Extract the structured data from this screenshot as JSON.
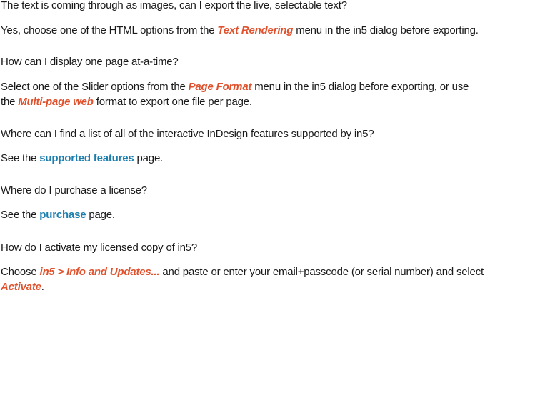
{
  "faq": [
    {
      "question": "The text is coming through as images, can I export the live, selectable text?",
      "answer": {
        "pre": "Yes, choose one of the HTML options from the ",
        "emph1": "Text Rendering",
        "post": " menu in the in5 dialog before exporting."
      }
    },
    {
      "question": "How can I display one page at-a-time?",
      "answer": {
        "pre": "Select one of the Slider options from the ",
        "emph1": "Page Format",
        "mid": " menu in the in5 dialog before exporting, or use",
        "line2_pre": "the ",
        "emph2": "Multi-page web",
        "post": " format to export one file per page."
      }
    },
    {
      "question": "Where can I find a list of all of the interactive InDesign features supported by in5?",
      "answer": {
        "pre": "See the ",
        "link": "supported features",
        "post": " page."
      }
    },
    {
      "question": "Where do I purchase a license?",
      "answer": {
        "pre": "See the ",
        "link": "purchase",
        "post": " page."
      }
    },
    {
      "question": "How do I activate my licensed copy of in5?",
      "answer": {
        "pre": "Choose ",
        "emph1": "in5 > Info and Updates...",
        "mid": " and paste or enter your email+passcode (or serial number) and select",
        "emph2": "Activate",
        "post": "."
      }
    }
  ],
  "colors": {
    "emphasis": "#e0522d",
    "link": "#1d7fae",
    "text": "#1a1a1a"
  }
}
